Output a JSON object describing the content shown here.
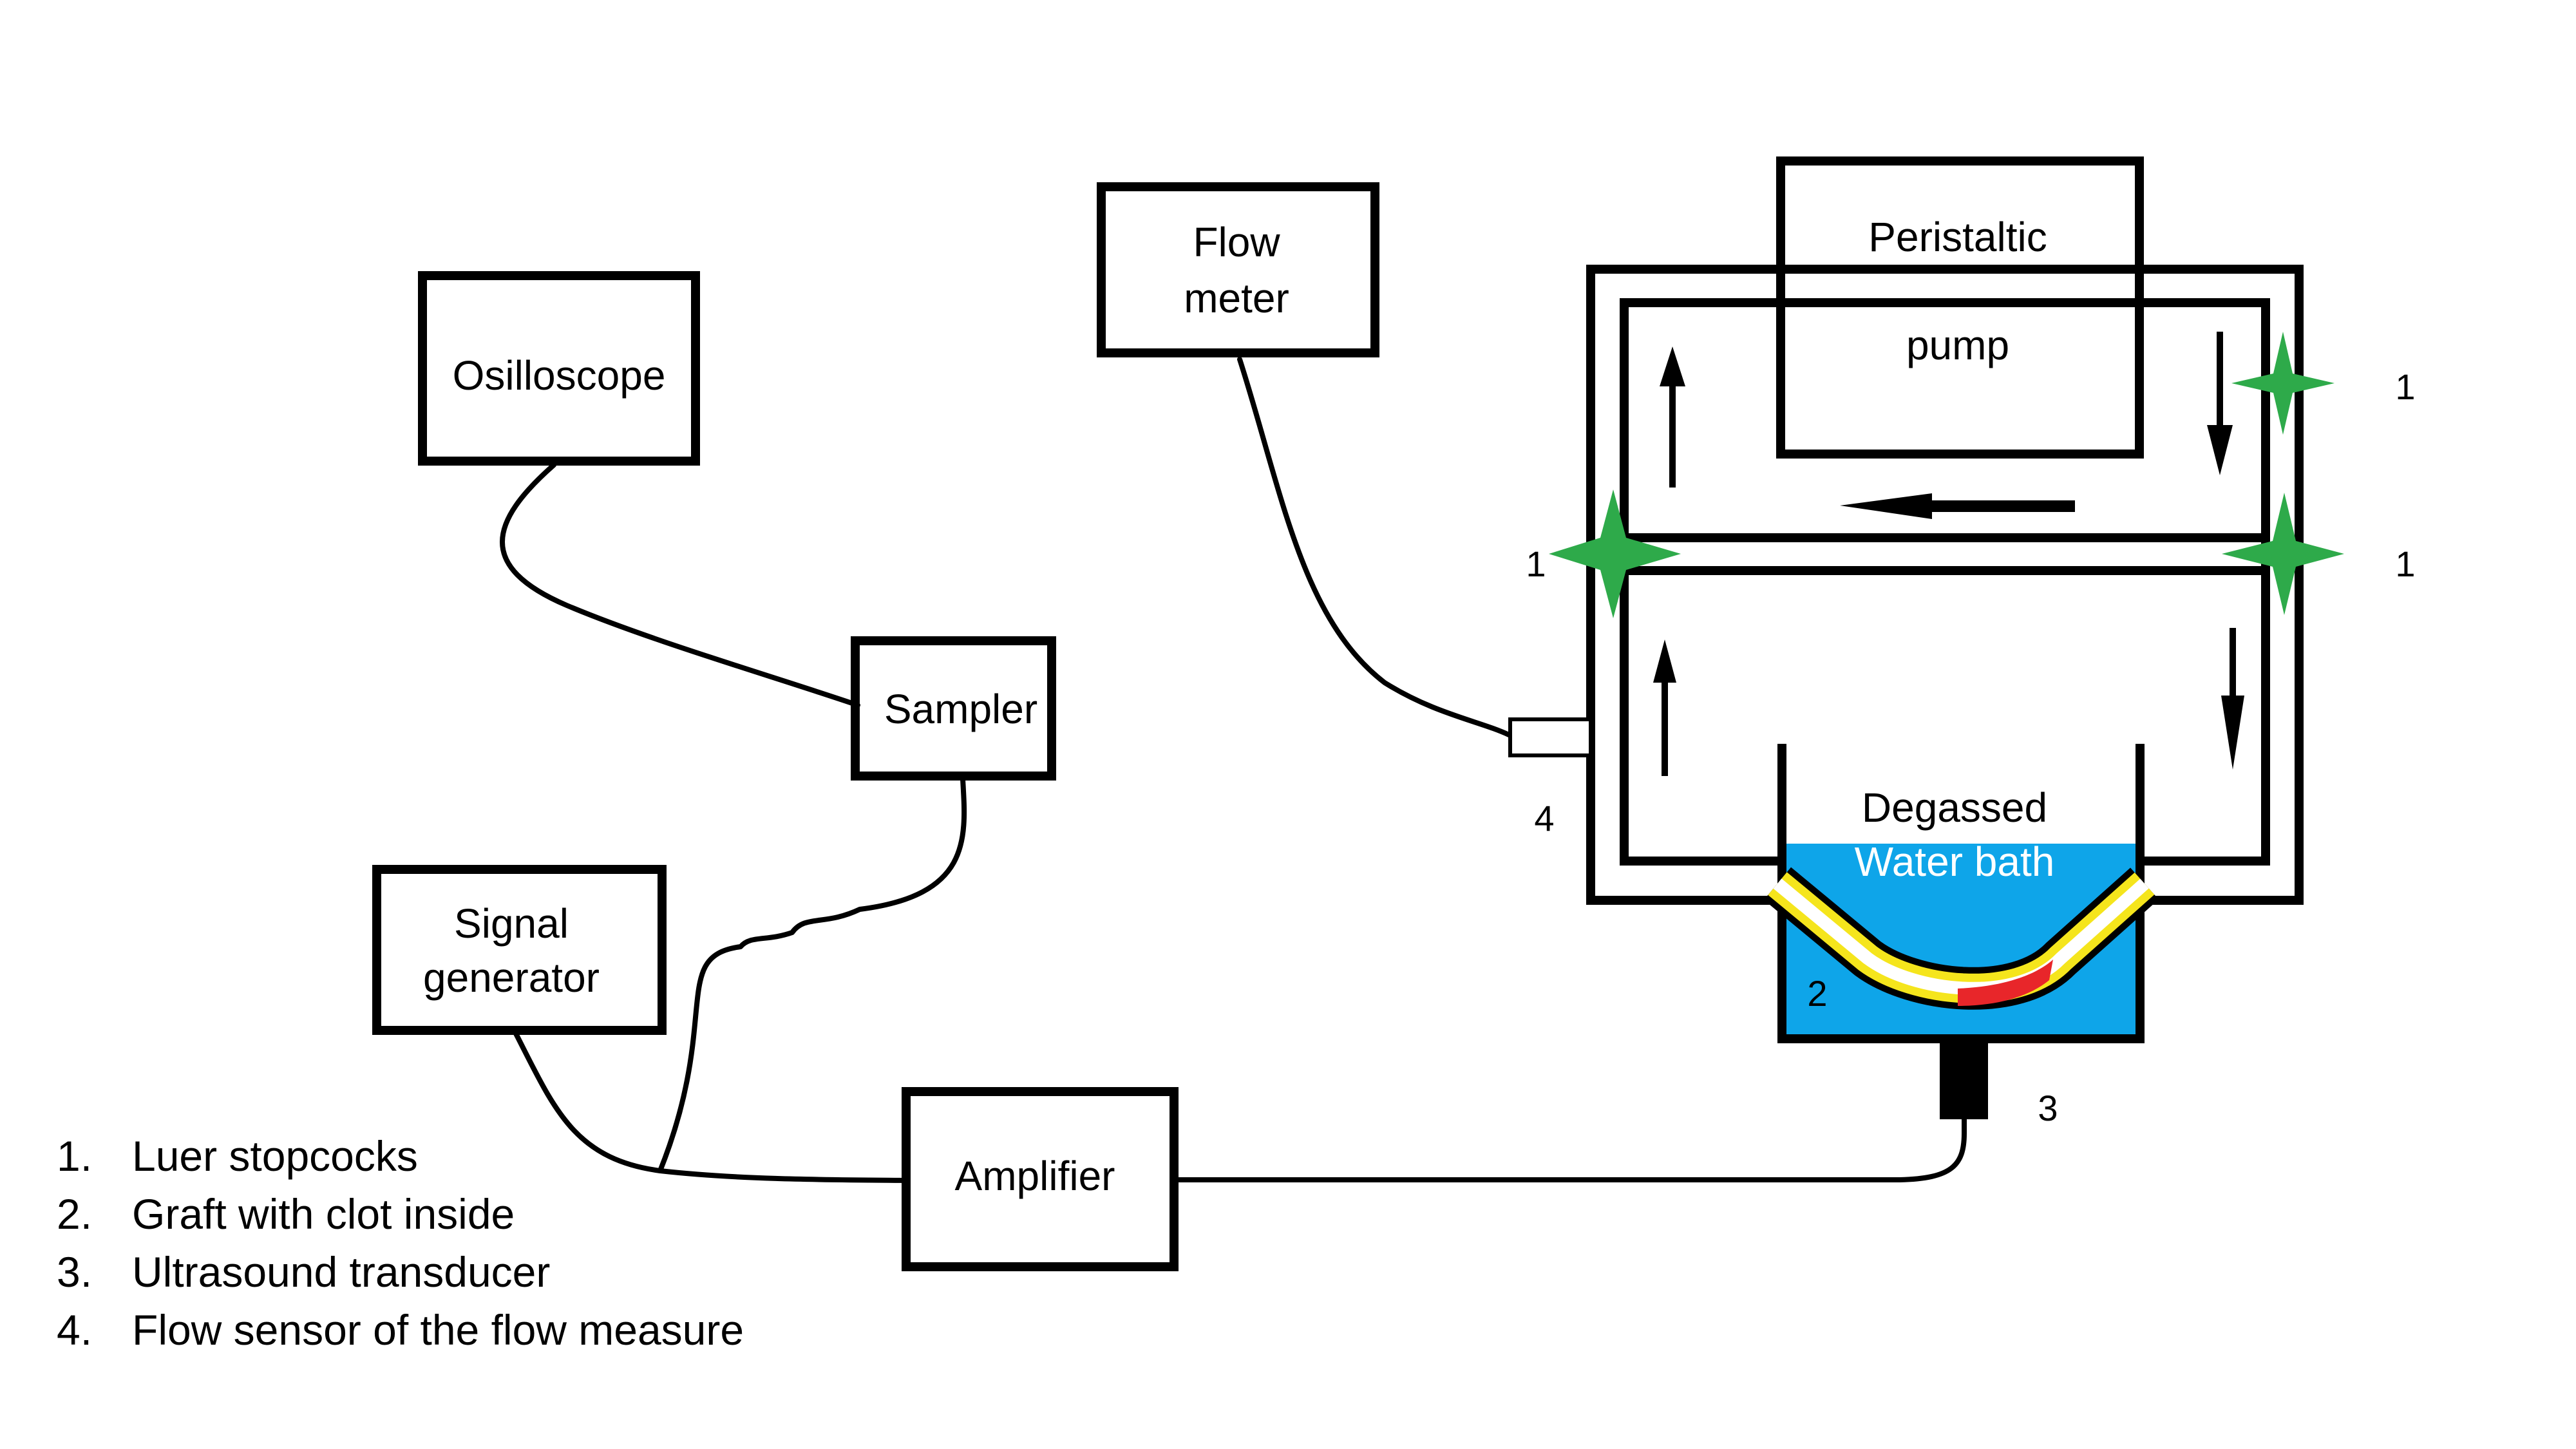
{
  "boxes": {
    "oscilloscope": "Osilloscope",
    "sampler": "Sampler",
    "signal_generator": [
      "Signal",
      "generator"
    ],
    "amplifier": "Amplifier",
    "flow_meter": [
      "Flow",
      "meter"
    ],
    "peristaltic_pump": [
      "Peristaltic",
      "pump"
    ],
    "water_bath": [
      "Degassed",
      "Water bath"
    ]
  },
  "markers": {
    "stopcock_top_right": "1",
    "stopcock_left": "1",
    "stopcock_right": "1",
    "graft": "2",
    "transducer": "3",
    "flow_sensor": "4"
  },
  "legend": [
    {
      "num": "1.",
      "text": "Luer stopcocks"
    },
    {
      "num": "2.",
      "text": "Graft with clot inside"
    },
    {
      "num": "3.",
      "text": "Ultrasound transducer"
    },
    {
      "num": "4.",
      "text": "Flow sensor of the flow measure"
    }
  ],
  "colors": {
    "outline": "#000000",
    "stopcock": "#2eaa4a",
    "water": "#0ea5e9",
    "graft_wall": "#f5e51c",
    "clot": "#e8262a",
    "transducer": "#000000"
  }
}
